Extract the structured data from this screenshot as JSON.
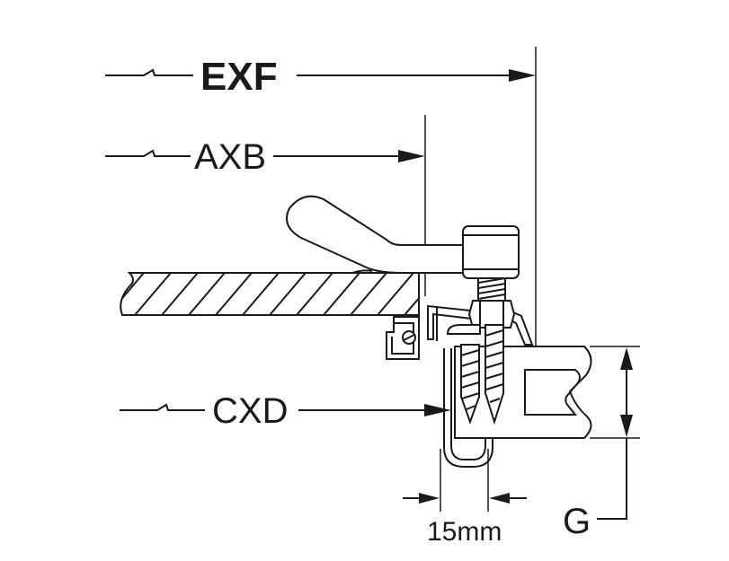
{
  "diagram": {
    "labels": {
      "exf": "EXF",
      "axb": "AXB",
      "cxd": "CXD",
      "gap": "15mm",
      "g": "G"
    }
  }
}
